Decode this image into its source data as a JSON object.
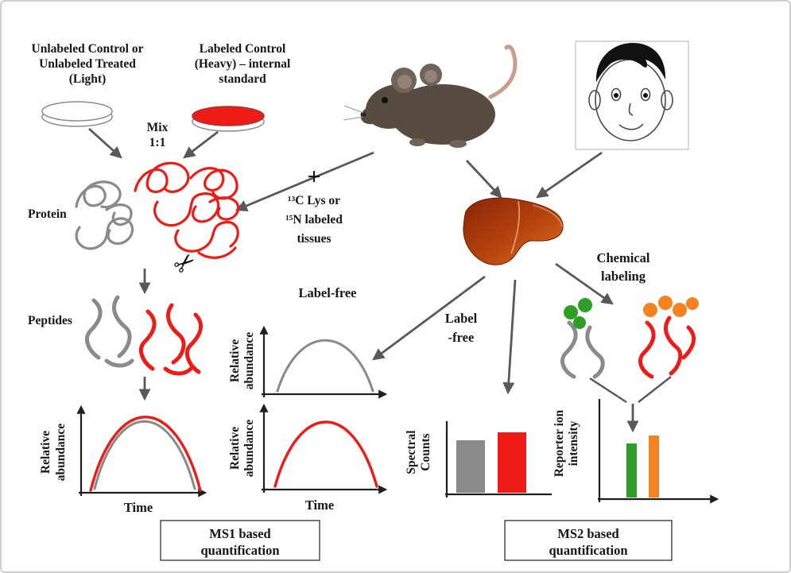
{
  "colors": {
    "red": "#ed1c16",
    "gray": "#8a8a8a",
    "arrow": "#595959",
    "green": "#2f9e26",
    "orange": "#f58220"
  },
  "top": {
    "unlabeled_line1": "Unlabeled Control or",
    "unlabeled_line2": "Unlabeled Treated",
    "unlabeled_line3": "(Light)",
    "labeled_line1": "Labeled Control",
    "labeled_line2": "(Heavy) – internal",
    "labeled_line3": "standard",
    "mix_line1": "Mix",
    "mix_line2": "1:1"
  },
  "silac": {
    "protein_label": "Protein",
    "plus_sign": "+",
    "isotope_line1": "¹³C Lys or",
    "isotope_line2": "¹⁵N labeled",
    "isotope_line3": "tissues",
    "peptides_label": "Peptides",
    "scissors_glyph": "✂"
  },
  "branches": {
    "label_free_ms1": "Label-free",
    "label_free_ms2_line1": "Label",
    "label_free_ms2_line2": "-free",
    "chemical_line1": "Chemical",
    "chemical_line2": "labeling"
  },
  "charts": {
    "relative": "Relative",
    "abundance": "abundance",
    "time": "Time",
    "spectral": "Spectral",
    "counts": "Counts",
    "reporter_line1": "Reporter ion",
    "reporter_line2": "intensity"
  },
  "footers": {
    "ms1_line1": "MS1 based",
    "ms1_line2": "quantification",
    "ms2_line1": "MS2 based",
    "ms2_line2": "quantification"
  }
}
